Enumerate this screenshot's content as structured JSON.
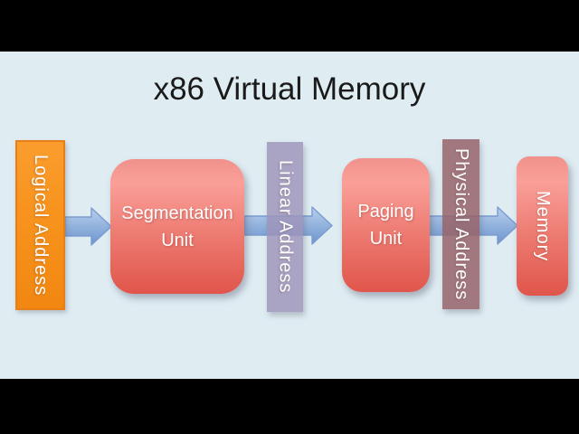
{
  "title": "x86 Virtual Memory",
  "diagram": {
    "nodes": [
      {
        "id": "logical-address",
        "label": "Logical Address",
        "kind": "address-strip",
        "color": "#F8941E"
      },
      {
        "id": "segmentation-unit",
        "label": "Segmentation Unit",
        "kind": "process-box",
        "color": "#E8685E"
      },
      {
        "id": "linear-address",
        "label": "Linear Address",
        "kind": "address-strip",
        "color": "#9D92B9"
      },
      {
        "id": "paging-unit",
        "label": "Paging Unit",
        "kind": "process-box",
        "color": "#E8685E"
      },
      {
        "id": "physical-address",
        "label": "Physical Address",
        "kind": "address-strip",
        "color": "#966368"
      },
      {
        "id": "memory",
        "label": "Memory",
        "kind": "process-box",
        "color": "#E8685E"
      }
    ],
    "flow": [
      "logical-address",
      "segmentation-unit",
      "linear-address",
      "paging-unit",
      "physical-address",
      "memory"
    ],
    "arrow_color_top": "#B9D0ED",
    "arrow_color_bottom": "#6C95CD",
    "arrow_border": "#7B9BD0"
  },
  "colors": {
    "slide_background": "#DFEDF3",
    "letterbox": "#000000",
    "title_text": "#1A1A1A",
    "node_text": "#FFFFFF"
  }
}
